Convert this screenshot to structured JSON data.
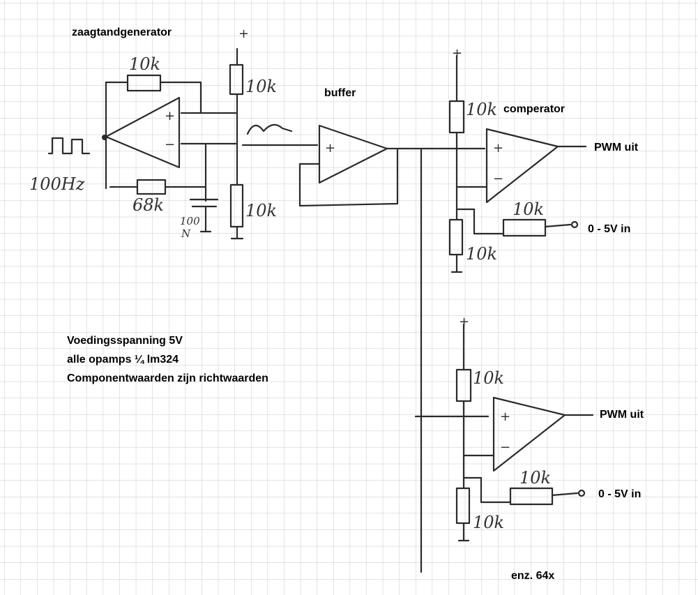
{
  "labels": {
    "sawtooth_generator": "zaagtandgenerator",
    "buffer": "buffer",
    "comparator": "comperator",
    "pwm_out_1": "PWM uit",
    "pwm_out_2": "PWM uit",
    "input_1": "0 - 5V in",
    "input_2": "0 - 5V in",
    "etc": "enz. 64x"
  },
  "notes": [
    "Voedingsspanning 5V",
    "alle opamps ¼ lm324",
    "Componentwaarden zijn richtwaarden"
  ],
  "components": {
    "r_feedback": "10k",
    "r_timing": "68k",
    "cap": "100",
    "cap_unit": "N",
    "freq": "100Hz",
    "r_div_top": "10k",
    "r_div_bottom": "10k",
    "r_comp_top_1": "10k",
    "r_comp_bottom_1": "10k",
    "r_comp_in_1": "10k",
    "r_comp_top_2": "10k",
    "r_comp_bottom_2": "10k",
    "r_comp_in_2": "10k"
  },
  "symbols": {
    "plus": "+",
    "minus": "−"
  }
}
